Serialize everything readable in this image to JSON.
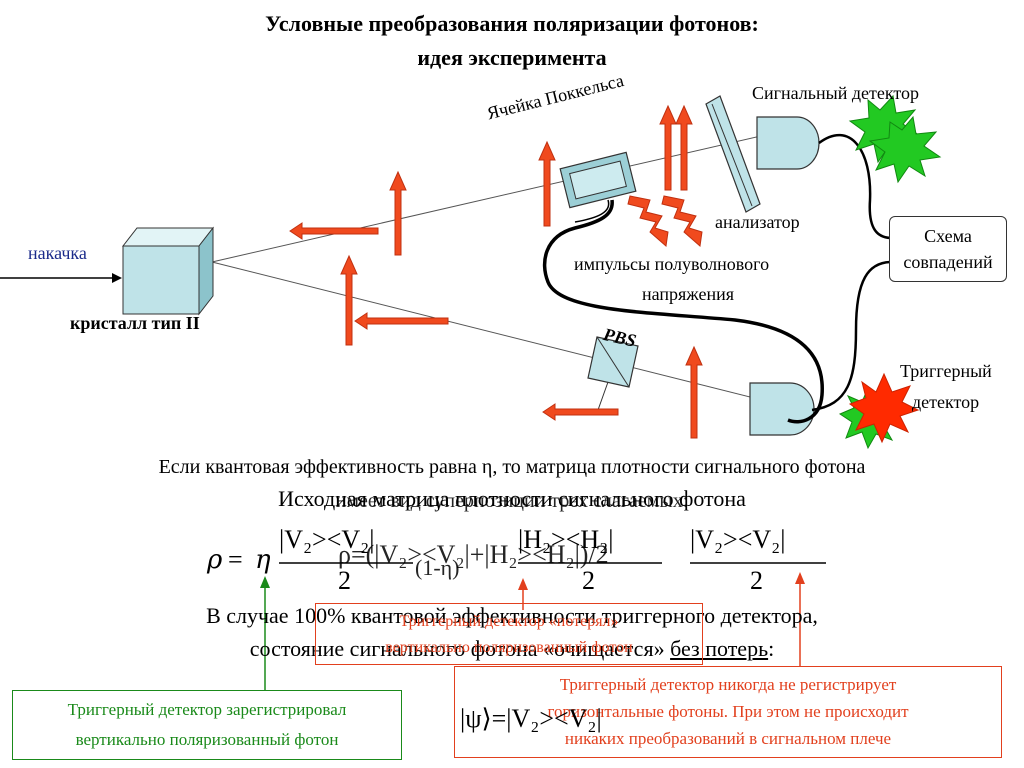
{
  "title": {
    "line1": "Условные преобразования поляризации фотонов:",
    "line2": "идея эксперимента"
  },
  "labels": {
    "signal_detector": "Сигнальный детектор",
    "pockels_cell": "Ячейка Поккельса",
    "pump": "накачка",
    "crystal": "кристалл тип II",
    "analyzer": "анализатор",
    "pulses_line1": "импульсы полуволнового",
    "pulses_line2": "напряжения",
    "coincidence_line1": "Схема",
    "coincidence_line2": "совпадений",
    "pbs": "PBS",
    "trigger_line1": "Триггерный",
    "trigger_line2": "детектор"
  },
  "text": {
    "efficiency_line": "Если квантовая эффективность равна η, то матрица плотности сигнального фотона",
    "overlap_initial": "Исходная матрица плотности сигнального фотона",
    "overlap_form": "имеет вид суперпозиции трех слагаемых:",
    "case_line1": "В случае 100% квантовой эффективности триггерного детектора,",
    "case_line2a": "состояние сигнального фотона «очищается» ",
    "case_line2b": "без потерь",
    "case_line2c": ":"
  },
  "formula": {
    "rho": "ρ",
    "eq": "=",
    "eta": "η",
    "term1_num": "|V₂><V₂|",
    "term_den": "2",
    "term2_num": "|H₂><H₂|",
    "term3_num": "|V₂><V₂|",
    "overlap_formula": "ρ=(|V₂><V₂|+|H₂><H₂|)/2",
    "overlap_factor": "(1-η)",
    "plus": "+",
    "psi_formula": "|ψ⟩=|V₂><V₂|"
  },
  "callouts": {
    "green_line1": "Триггерный детектор зарегистрировал",
    "green_line2": "вертикально поляризованный фотон",
    "red1_line1": "Триггерный детектор «потерял»",
    "red1_line2": "вертикально поляризованный фотон",
    "red2_line1": "Триггерный детектор никогда не регистрирует",
    "red2_line2": "горизонтальные фотоны. При этом не происходит",
    "red2_line3": "никаких преобразований в сигнальном плече"
  },
  "colors": {
    "arrow_fill": "#f04a1e",
    "arrow_stroke": "#c03010",
    "crystal_fill": "#bfe3e8",
    "green_burst": "#22c922",
    "red_burst": "#ff2a00",
    "callout_green": "#1a8a1a",
    "callout_red": "#e2401e",
    "pump_text": "#1a2a8a"
  }
}
